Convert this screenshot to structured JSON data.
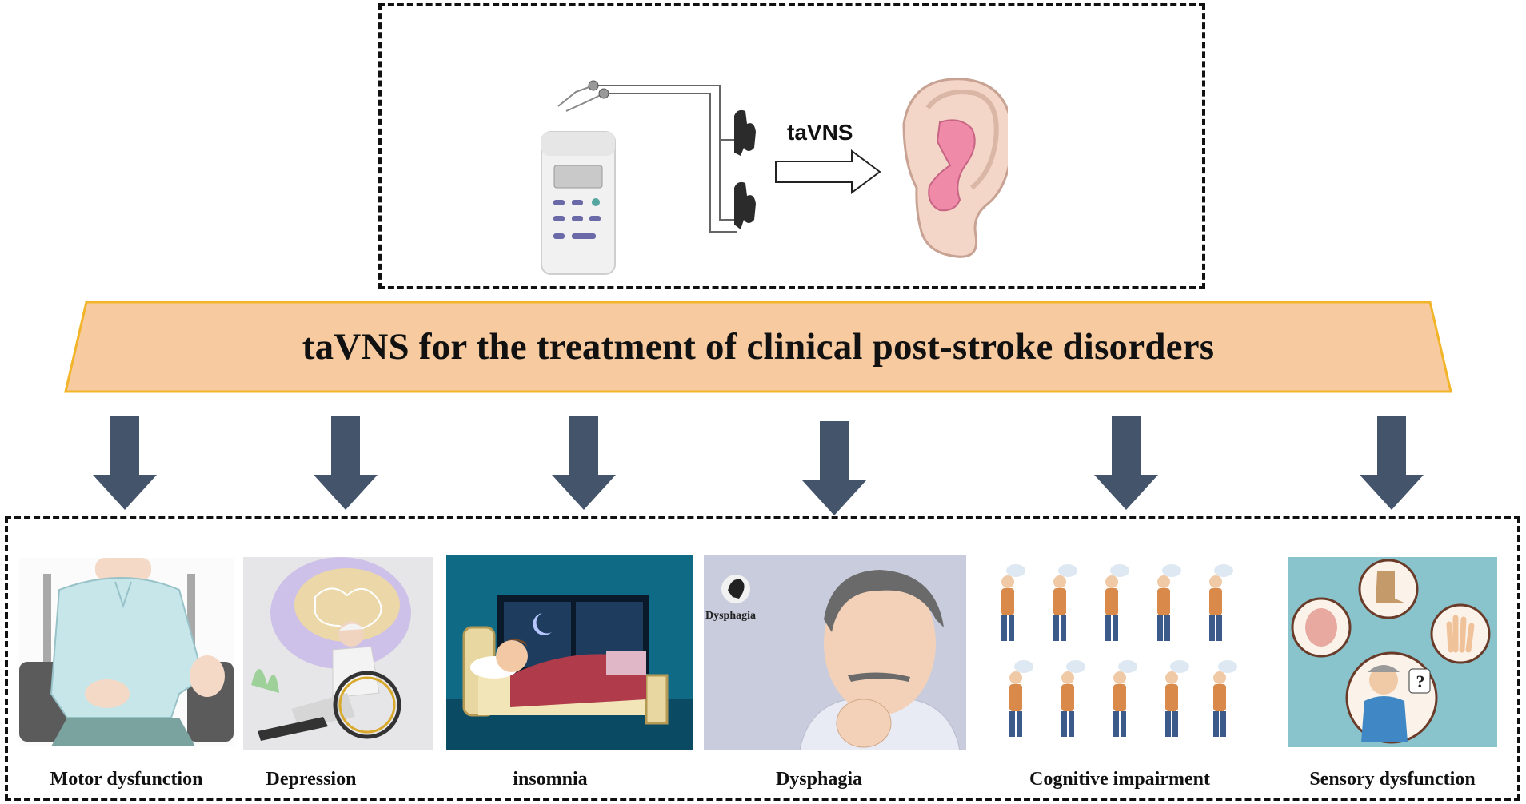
{
  "device_label": "taVNS",
  "banner_title": "taVNS for the treatment of clinical post-stroke disorders",
  "colors": {
    "banner_fill": "#f8caa0",
    "banner_stroke": "#f2b52a",
    "arrow": "#44546a",
    "ear_pink": "#ef8aa8",
    "device_buttons": "#6b6aa8"
  },
  "disorders": [
    {
      "label": "Motor dysfunction",
      "icon": "wheelchair-patient-illustration"
    },
    {
      "label": "Depression",
      "icon": "depressed-elderly-wheelchair-illustration"
    },
    {
      "label": "insomnia",
      "icon": "sleepless-boy-in-bed-illustration"
    },
    {
      "label": "Dysphagia",
      "icon": "man-holding-throat-illustration",
      "inset_text": "Dysphagia"
    },
    {
      "label": "Cognitive impairment",
      "icon": "confused-elderly-people-illustration"
    },
    {
      "label": "Sensory dysfunction",
      "icon": "sensory-body-parts-illustration",
      "inset_text": "?"
    }
  ]
}
